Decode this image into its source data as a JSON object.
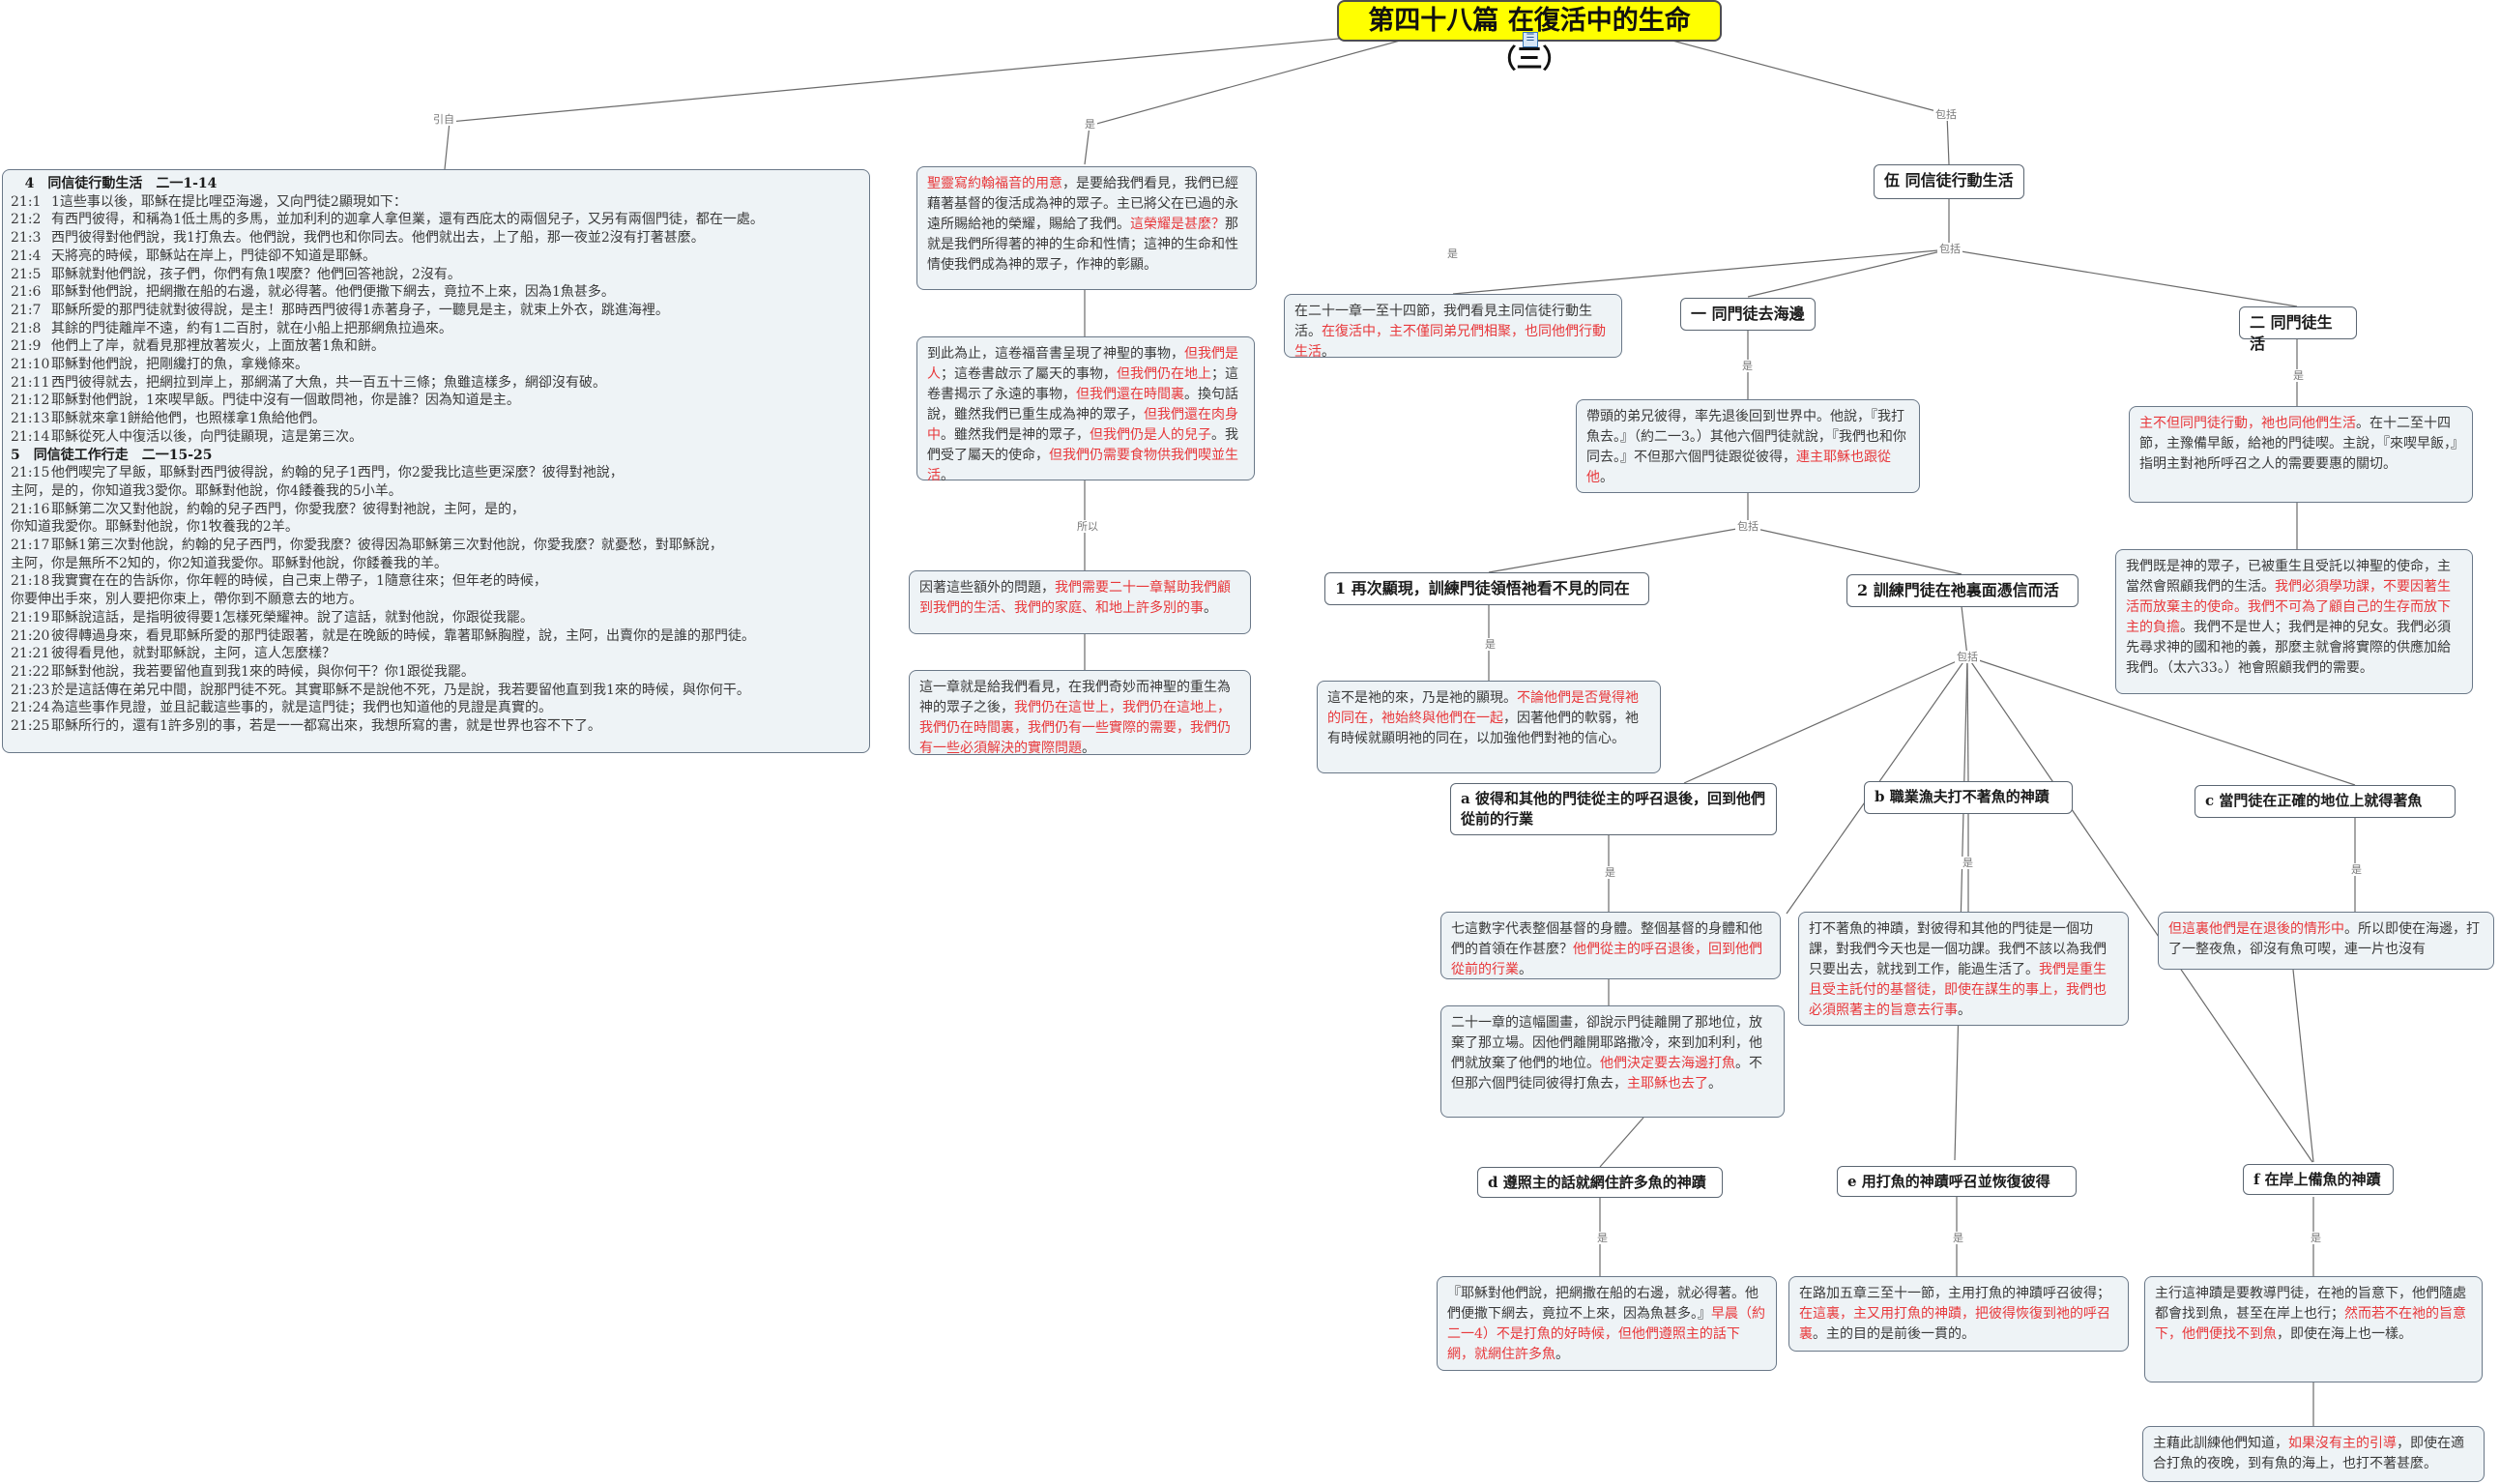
{
  "root": {
    "title": "第四十八篇 在復活中的生命（三）",
    "icon": "list-icon"
  },
  "labels": {
    "yinyan": "引自",
    "shi1": "是",
    "suoyi": "所以",
    "baokuo1": "包括",
    "shi2": "是",
    "baokuo2": "包括",
    "shi3": "是",
    "shi4": "是",
    "baokuo3": "包括",
    "shi5": "是",
    "baokuo4": "包括",
    "shi6": "是",
    "shi7": "是",
    "shi8": "是",
    "shi9": "是",
    "shi10": "是",
    "shi11": "是"
  },
  "scripture": {
    "head1": "4　同信徒行動生活　二一1-14",
    "lines1": [
      [
        "21:1",
        "1這些事以後，耶穌在提比哩亞海邊，又向門徒2顯現如下："
      ],
      [
        "21:2",
        "有西門彼得，和稱為1低土馬的多馬，並加利利的迦拿人拿但業，還有西庇太的兩個兒子，又另有兩個門徒，都在一處。"
      ],
      [
        "21:3",
        "西門彼得對他們說，我1打魚去。他們說，我們也和你同去。他們就出去，上了船，那一夜並2沒有打著甚麼。"
      ],
      [
        "21:4",
        "天將亮的時候，耶穌站在岸上，門徒卻不知道是耶穌。"
      ],
      [
        "21:5",
        "耶穌就對他們說，孩子們，你們有魚1喫麼？他們回答祂說，2沒有。"
      ],
      [
        "21:6",
        "耶穌對他們說，把網撒在船的右邊，就必得著。他們便撒下網去，竟拉不上來，因為1魚甚多。"
      ],
      [
        "21:7",
        "耶穌所愛的那門徒就對彼得說，是主！那時西門彼得1赤著身子，一聽見是主，就束上外衣，跳進海裡。"
      ],
      [
        "21:8",
        "其餘的門徒離岸不遠，約有1二百肘，就在小船上把那網魚拉過來。"
      ],
      [
        "21:9",
        "他們上了岸，就看見那裡放著炭火，上面放著1魚和餅。"
      ],
      [
        "21:10",
        "耶穌對他們說，把剛纔打的魚，拿幾條來。"
      ],
      [
        "21:11",
        "西門彼得就去，把網拉到岸上，那網滿了大魚，共一百五十三條；魚雖這樣多，網卻沒有破。"
      ],
      [
        "21:12",
        "耶穌對他們說，1來喫早飯。門徒中沒有一個敢問祂，你是誰？因為知道是主。"
      ],
      [
        "21:13",
        "耶穌就來拿1餅給他們，也照樣拿1魚給他們。"
      ],
      [
        "21:14",
        "耶穌從死人中復活以後，向門徒顯現，這是第三次。"
      ]
    ],
    "head2": "5　同信徒工作行走　二一15-25",
    "lines2": [
      [
        "21:15",
        "他們喫完了早飯，耶穌對西門彼得說，約翰的兒子1西門，你2愛我比這些更深麼？彼得對祂說，"
      ],
      [
        "",
        "主阿，是的，你知道我3愛你。耶穌對他說，你4餧養我的5小羊。"
      ],
      [
        "21:16",
        "耶穌第二次又對他說，約翰的兒子西門，你愛我麼？彼得對祂說，主阿，是的，"
      ],
      [
        "",
        "你知道我愛你。耶穌對他說，你1牧養我的2羊。"
      ],
      [
        "21:17",
        "耶穌1第三次對他說，約翰的兒子西門，你愛我麼？彼得因為耶穌第三次對他說，你愛我麼？就憂愁，對耶穌說，"
      ],
      [
        "",
        "主阿，你是無所不2知的，你2知道我愛你。耶穌對他說，你餧養我的羊。"
      ],
      [
        "21:18",
        "我實實在在的告訴你，你年輕的時候，自己束上帶子，1隨意往來；但年老的時候，"
      ],
      [
        "",
        "你要伸出手來，別人要把你束上，帶你到不願意去的地方。"
      ],
      [
        "21:19",
        "耶穌說這話，是指明彼得要1怎樣死榮耀神。說了這話，就對他說，你跟從我罷。"
      ],
      [
        "21:20",
        "彼得轉過身來，看見耶穌所愛的那門徒跟著，就是在晚飯的時候，靠著耶穌胸膛，說，主阿，出賣你的是誰的那門徒。"
      ],
      [
        "21:21",
        "彼得看見他，就對耶穌說，主阿，這人怎麼樣？"
      ],
      [
        "21:22",
        "耶穌對他說，我若要留他直到我1來的時候，與你何干？你1跟從我罷。"
      ],
      [
        "21:23",
        "於是這話傳在弟兄中間，說那門徒不死。其實耶穌不是說他不死，乃是說，我若要留他直到我1來的時候，與你何干。"
      ],
      [
        "21:24",
        "為這些事作見證，並且記載這些事的，就是這門徒；我們也知道他的見證是真實的。"
      ],
      [
        "21:25",
        "耶穌所行的，還有1許多別的事，若是一一都寫出來，我想所寫的書，就是世界也容不下了。"
      ]
    ]
  },
  "middle": {
    "n1": {
      "parts": [
        [
          "聖靈寫約翰福音的用意",
          true
        ],
        [
          "，是要給我們看見，我們已經藉著基督的復活成為神的眾子。主已將父在已過的永遠所賜給祂的榮耀，賜給了我們。",
          false
        ],
        [
          "這榮耀是甚麼？",
          true
        ],
        [
          "那就是我們所得著的神的生命和性情；這神的生命和性情使我們成為神的眾子，作神的彰顯。",
          false
        ]
      ]
    },
    "n2": {
      "parts": [
        [
          "到此為止，這卷福音書呈現了神聖的事物，",
          false
        ],
        [
          "但我們是人",
          true
        ],
        [
          "；這卷書啟示了屬天的事物，",
          false
        ],
        [
          "但我們仍在地上",
          true
        ],
        [
          "；這卷書揭示了永遠的事物，",
          false
        ],
        [
          "但我們還在時間裏",
          true
        ],
        [
          "。換句話說，雖然我們已重生成為神的眾子，",
          false
        ],
        [
          "但我們還在肉身中",
          true
        ],
        [
          "。雖然我們是神的眾子，",
          false
        ],
        [
          "但我們仍是人的兒子",
          true
        ],
        [
          "。我們受了屬天的使命，",
          false
        ],
        [
          "但我們仍需要食物供我們喫並生活",
          true
        ],
        [
          "。",
          false
        ]
      ]
    },
    "n3": {
      "parts": [
        [
          "因著這些額外的問題，",
          false
        ],
        [
          "我們需要二十一章幫助我們顧到我們的生活、我們的家庭、和地上許多別的事",
          true
        ],
        [
          "。",
          false
        ]
      ]
    },
    "n4": {
      "parts": [
        [
          "這一章就是給我們看見，在我們奇妙而神聖的重生為神的眾子之後，",
          false
        ],
        [
          "我們仍在這世上，我們仍在這地上，我們仍在時間裏，我們仍有一些實際的需要，我們仍有一些必須解決的實際問題",
          true
        ],
        [
          "。",
          false
        ]
      ]
    }
  },
  "right": {
    "wu": "伍 同信徒行動生活",
    "wu_desc": {
      "parts": [
        [
          "在二十一章一至十四節，我們看見主同信徒行動生活。",
          false
        ],
        [
          "在復活中，主不僅同弟兄們相聚，也同他們行動生活",
          true
        ],
        [
          "。",
          false
        ]
      ]
    },
    "yi": "一 同門徒去海邊",
    "yi_desc": {
      "parts": [
        [
          "帶頭的弟兄彼得，率先退後回到世界中。他說，『我打魚去。』（約二一3。）其他六個門徒就說，『我們也和你同去。』不但那六個門徒跟從彼得，",
          false
        ],
        [
          "連主耶穌也跟從他",
          true
        ],
        [
          "。",
          false
        ]
      ]
    },
    "er": "二 同門徒生活",
    "er_desc": {
      "parts": [
        [
          "主不但同門徒行動，祂也同他們生活",
          true
        ],
        [
          "。在十二至十四節，主豫備早飯，給祂的門徒喫。主說，『來喫早飯，』指明主對祂所呼召之人的需要要惠的關切。",
          false
        ]
      ]
    },
    "er_desc2": {
      "parts": [
        [
          "我們既是神的眾子，已被重生且受託以神聖的使命，主當然會照顧我們的生活。",
          false
        ],
        [
          "我們必須學功課，不要因著生活而放棄主的使命。我們不可為了顧自己的生存而放下主的負擔",
          true
        ],
        [
          "。我們不是世人；我們是神的兒女。我們必須先尋求神的國和祂的義，那麼主就會將實際的供應加給我們。（太六33。）祂會照顧我們的需要。",
          false
        ]
      ]
    },
    "s1": "1 再次顯現，訓練門徒領悟祂看不見的同在",
    "s1_desc": {
      "parts": [
        [
          "這不是祂的來，乃是祂的顯現。",
          false
        ],
        [
          "不論他們是否覺得祂的同在，祂始終與他們在一起",
          true
        ],
        [
          "，因著他們的軟弱，祂有時候就顯明祂的同在，以加強他們對祂的信心。",
          false
        ]
      ]
    },
    "s2": "2 訓練門徒在祂裏面憑信而活",
    "a": "a 彼得和其他的門徒從主的呼召退後，回到他們從前的行業",
    "a_desc": {
      "parts": [
        [
          "七這數字代表整個基督的身體。整個基督的身體和他們的首領在作甚麼？",
          false
        ],
        [
          "他們從主的呼召退後，回到他們從前的行業",
          true
        ],
        [
          "。",
          false
        ]
      ]
    },
    "a_desc2": {
      "parts": [
        [
          "二十一章的這幅圖畫，卻說示門徒離開了那地位，放棄了那立場。因他們離開耶路撒冷，來到加利利，他們就放棄了他們的地位。",
          false
        ],
        [
          "他們決定要去海邊打魚",
          true
        ],
        [
          "。不但那六個門徒同彼得打魚去，",
          false
        ],
        [
          "主耶穌也去了",
          true
        ],
        [
          "。",
          false
        ]
      ]
    },
    "b": "b 職業漁夫打不著魚的神蹟",
    "b_desc": {
      "parts": [
        [
          "打不著魚的神蹟，對彼得和其他的門徒是一個功課，對我們今天也是一個功課。我們不該以為我們只要出去，就找到工作，能過生活了。",
          false
        ],
        [
          "我們是重生且受主託付的基督徒，即使在謀生的事上，我們也必須照著主的旨意去行事",
          true
        ],
        [
          "。",
          false
        ]
      ]
    },
    "c": "c 當門徒在正確的地位上就得著魚",
    "c_desc": {
      "parts": [
        [
          "但這裏他們是在退後的情形中",
          true
        ],
        [
          "。所以即使在海邊，打了一整夜魚，卻沒有魚可喫，連一片也沒有",
          false
        ]
      ]
    },
    "d": "d 遵照主的話就網住許多魚的神蹟",
    "d_desc": {
      "parts": [
        [
          "『耶穌對他們說，把網撒在船的右邊，就必得著。他們便撒下網去，竟拉不上來，因為魚甚多。』",
          false
        ],
        [
          "早晨（約二一4）不是打魚的好時候，但他們遵照主的話下網，就網住許多魚",
          true
        ],
        [
          "。",
          false
        ]
      ]
    },
    "e": "e 用打魚的神蹟呼召並恢復彼得",
    "e_desc": {
      "parts": [
        [
          "在路加五章三至十一節，主用打魚的神蹟呼召彼得；",
          false
        ],
        [
          "在這裏，主又用打魚的神蹟，把彼得恢復到祂的呼召裏",
          true
        ],
        [
          "。主的目的是前後一貫的。",
          false
        ]
      ]
    },
    "f": "f 在岸上備魚的神蹟",
    "f_desc": {
      "parts": [
        [
          "主行這神蹟是要教導門徒，在祂的旨意下，他們隨處都會找到魚，甚至在岸上也行；",
          false
        ],
        [
          "然而若不在祂的旨意下，他們便找不到魚",
          true
        ],
        [
          "，即使在海上也一樣。",
          false
        ]
      ]
    },
    "f_desc2": {
      "parts": [
        [
          "主藉此訓練他們知道，",
          false
        ],
        [
          "如果沒有主的引導",
          true
        ],
        [
          "，即使在適合打魚的夜晚，到有魚的海上，也打不著甚麼。",
          false
        ]
      ]
    }
  },
  "colors": {
    "root_bg": "#ffff00",
    "highlight": "#e8383b",
    "node_bg": "#eef3f6",
    "border": "#6a7888"
  }
}
